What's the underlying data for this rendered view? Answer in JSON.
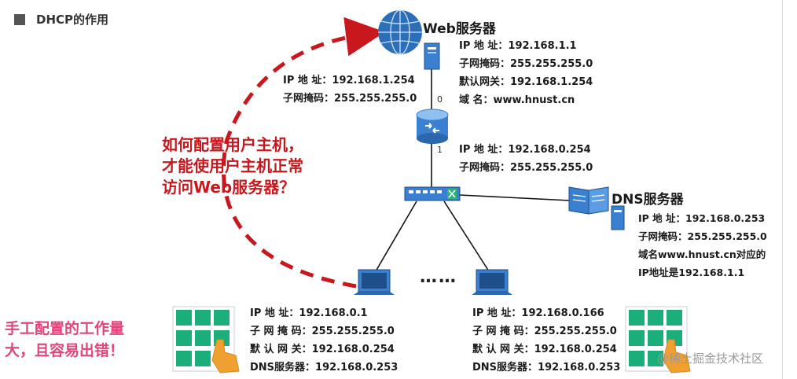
{
  "page_title": "DHCP的作用",
  "web_server": {
    "title": "Web服务器",
    "info": [
      {
        "key": "IP 地  址：",
        "value": "192.168.1.1"
      },
      {
        "key": "子网掩码：",
        "value": "255.255.255.0"
      },
      {
        "key": "默认网关：",
        "value": "192.168.1.254"
      },
      {
        "key": "域      名：",
        "value": "www.hnust.cn"
      }
    ]
  },
  "router_port0": {
    "port": "0",
    "info": [
      {
        "key": "IP 地  址：",
        "value": "192.168.1.254"
      },
      {
        "key": "子网掩码：",
        "value": "255.255.255.0"
      }
    ]
  },
  "router_port1": {
    "port": "1",
    "info": [
      {
        "key": "IP 地  址：",
        "value": "192.168.0.254"
      },
      {
        "key": "子网掩码：",
        "value": "255.255.255.0"
      }
    ]
  },
  "dns_server": {
    "title": "DNS服务器",
    "info": [
      {
        "key": "IP 地  址：",
        "value": "192.168.0.253"
      },
      {
        "key": "子网掩码：",
        "value": "255.255.255.0"
      }
    ],
    "note_lines": [
      "域名www.hnust.cn对应的",
      "IP地址是192.168.1.1"
    ]
  },
  "question": [
    "如何配置用户主机，",
    "才能使用户主机正常",
    "访问Web服务器？"
  ],
  "host_left": {
    "info": [
      {
        "key": "IP 地    址：",
        "value": "192.168.0.1"
      },
      {
        "key": "子 网 掩 码：",
        "value": "255.255.255.0"
      },
      {
        "key": "默 认 网 关：",
        "value": "192.168.0.254"
      },
      {
        "key": "DNS服务器：",
        "value": "192.168.0.253"
      }
    ]
  },
  "host_right": {
    "info": [
      {
        "key": "IP 地    址：",
        "value": "192.168.0.166"
      },
      {
        "key": "子 网 掩 码：",
        "value": "255.255.255.0"
      },
      {
        "key": "默 认 网 关：",
        "value": "192.168.0.254"
      },
      {
        "key": "DNS服务器：",
        "value": "192.168.0.253"
      }
    ]
  },
  "ellipsis": "……",
  "manual_note": [
    "手工配置的工作量",
    "大，且容易出错！"
  ],
  "watermark": "@稀土掘金技术社区",
  "colors": {
    "question_red": "#c8181e",
    "note_pink": "#e0457b",
    "arrow_red": "#c8181e",
    "keypad_green": "#1bae7a",
    "finger_orange": "#f0a030",
    "globe_blue": "#2c6fb8",
    "device_blue": "#3a7fd0"
  }
}
